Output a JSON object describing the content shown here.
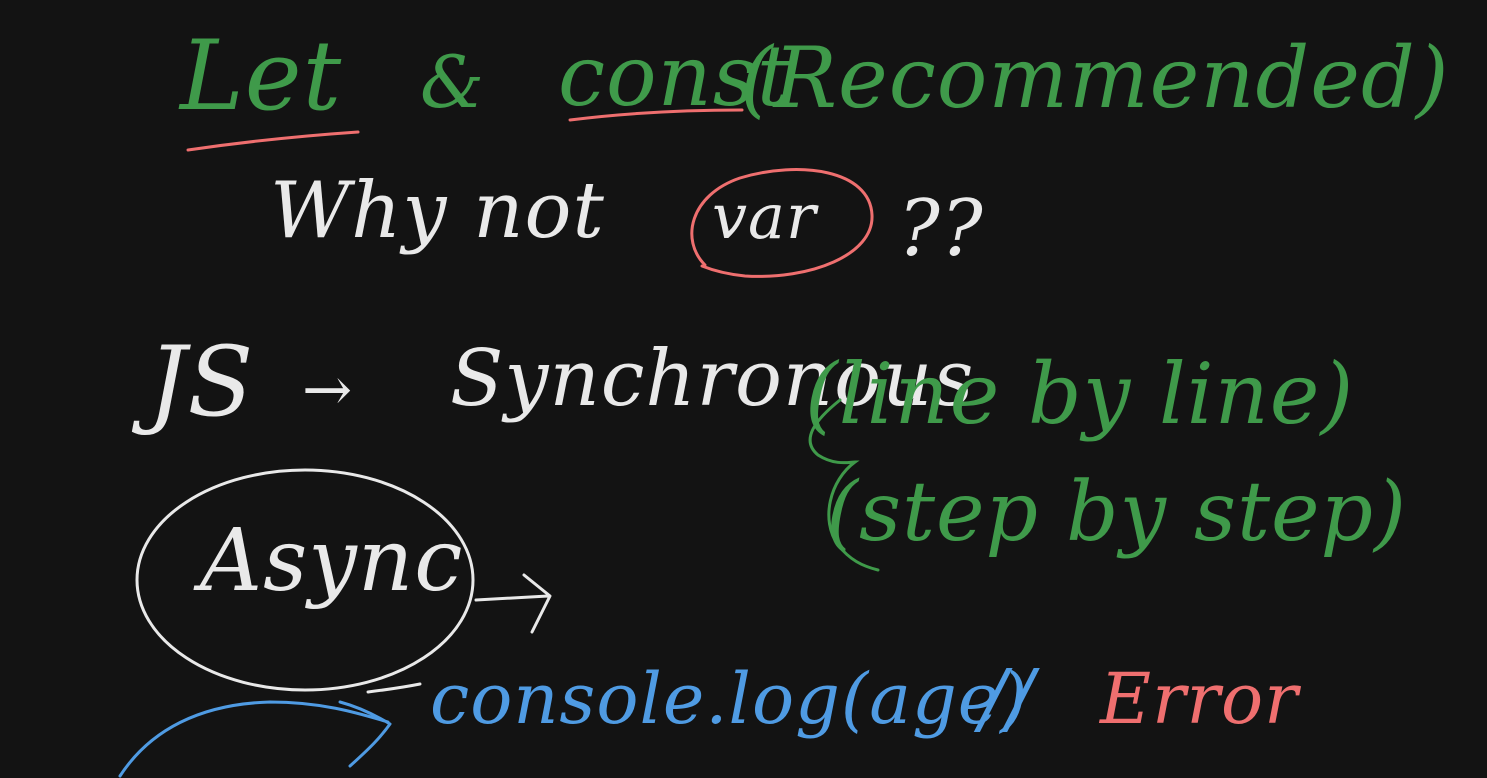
{
  "board": {
    "line1": {
      "let": "Let",
      "amp": "&",
      "const": "const",
      "recommended": "(Recommended)"
    },
    "line2": {
      "why_not": "Why not",
      "var": "var",
      "question": "??"
    },
    "line3": {
      "js": "JS",
      "arrow": "→",
      "synchronous": "Synchronous",
      "line_by_line": "(line by line)",
      "step_by_step": "(step by step)"
    },
    "line4": {
      "async": "Async"
    },
    "line5": {
      "console": "console.log(age)",
      "slashes": "//",
      "error": "Error"
    }
  },
  "colors": {
    "background": "#131313",
    "green_ink": "#3f9a4a",
    "white_ink": "#e9e9e9",
    "blue_ink": "#4f9be3",
    "red_ink": "#ef6f6f"
  }
}
